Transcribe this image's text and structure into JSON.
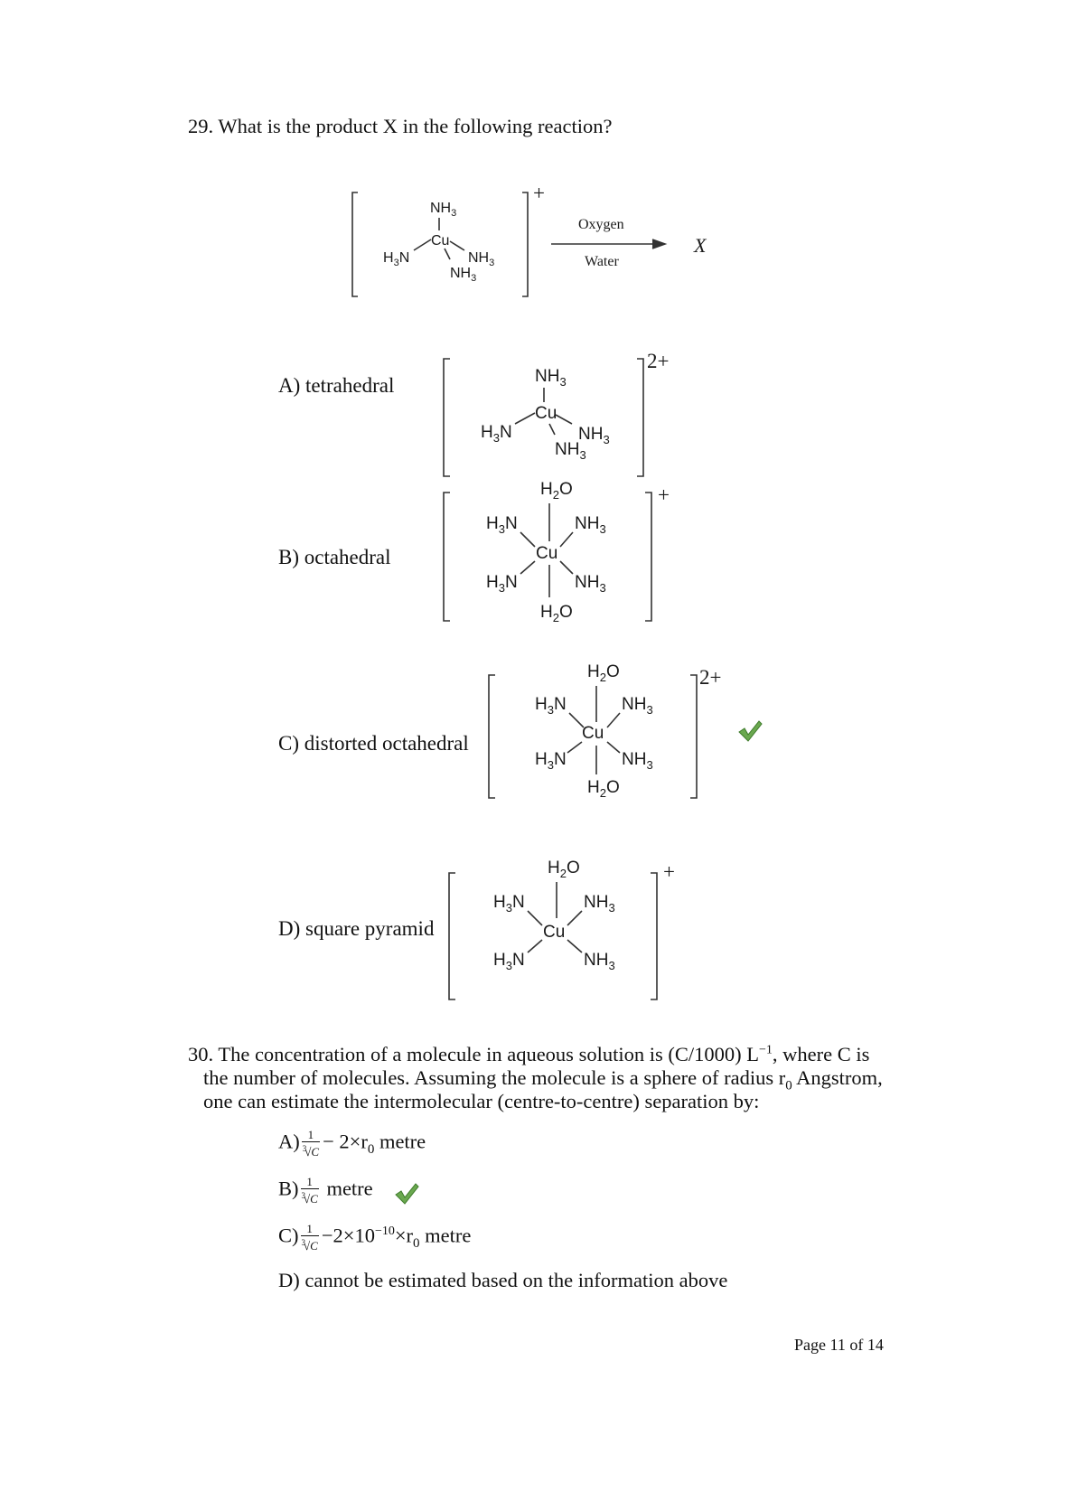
{
  "q29": {
    "prompt": "29. What is the product X in the following reaction?",
    "reaction": {
      "reactant_charge": "+",
      "above_arrow": "Oxygen",
      "below_arrow": "Water",
      "product": "X"
    },
    "options": [
      {
        "label": "A) tetrahedral",
        "charge": "2+"
      },
      {
        "label": "B) octahedral",
        "charge": "+"
      },
      {
        "label": "C) distorted octahedral",
        "charge": "2+",
        "correct": true
      },
      {
        "label": "D) square pyramid",
        "charge": "+"
      }
    ]
  },
  "q30": {
    "line1": "30. The concentration of a molecule in aqueous solution is (C/1000) L",
    "line1_sup": "−1",
    "line1_tail": ", where C is",
    "line2": "the number of molecules. Assuming the molecule is a sphere of radius r",
    "line2_sub": "0",
    "line2_tail": " Angstrom,",
    "line3": "one can estimate the intermolecular (centre-to-centre) separation by:",
    "options": {
      "a": {
        "prefix": "A)",
        "tail": "− 2×r",
        "sub": "0",
        "unit": " metre"
      },
      "b": {
        "prefix": "B)",
        "unit": " metre",
        "correct": true
      },
      "c": {
        "prefix": "C)",
        "tail": "−2×10",
        "sup": "−10",
        "tail2": "×r",
        "sub": "0",
        "unit": " metre"
      },
      "d": {
        "prefix": "D)",
        "text": "cannot be estimated based on the information above"
      }
    },
    "fraction": {
      "numerator": "1",
      "root_index": "3",
      "radicand": "√C"
    }
  },
  "footer": {
    "page": "Page 11 of 14"
  },
  "colors": {
    "check": "#6aa84f"
  }
}
